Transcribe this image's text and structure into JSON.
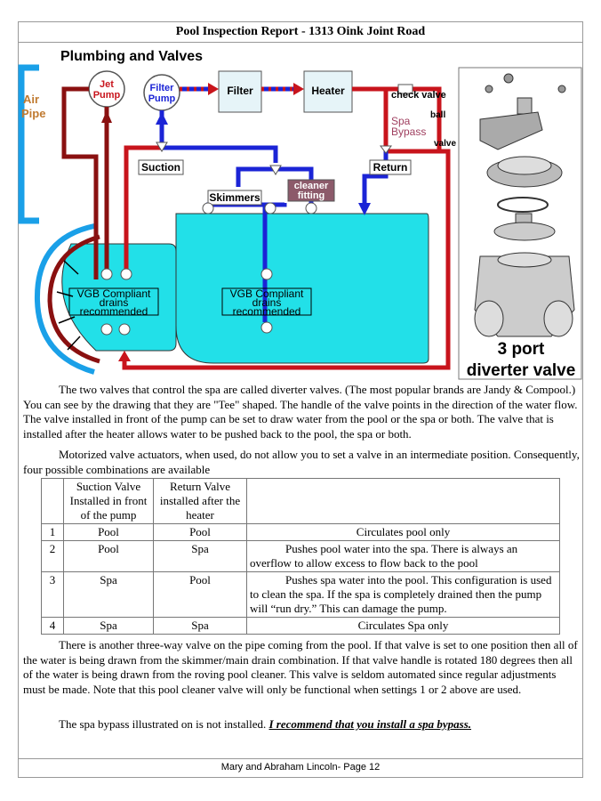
{
  "header": {
    "title": "Pool  Inspection Report - 1313 Oink Joint Road"
  },
  "diagram": {
    "heading": "Plumbing and Valves",
    "air_pipe_1": "Air",
    "air_pipe_2": "Pipe",
    "jet_pump_1": "Jet",
    "jet_pump_2": "Pump",
    "filter_pump_1": "Filter",
    "filter_pump_2": "Pump",
    "filter": "Filter",
    "heater": "Heater",
    "check_valve": "check valve",
    "spa_bypass_1": "Spa",
    "spa_bypass_2": "Bypass",
    "ball_valve_1": "ball",
    "ball_valve_2": "valve",
    "suction": "Suction",
    "return": "Return",
    "skimmers": "Skimmers",
    "cleaner_1": "cleaner",
    "cleaner_2": "fitting",
    "vgb_1": "VGB Compliant",
    "vgb_2": "drains",
    "vgb_3": "recommended",
    "diverter_1": "3 port",
    "diverter_2": "diverter valve"
  },
  "body": {
    "p1": "The two valves that control the spa are called diverter valves. (The most popular brands are Jandy & Compool.) You can see by the drawing that they are \"Tee\" shaped. The handle of the valve points in the direction of the water flow. The valve installed in front of the pump can be set to draw water from the pool or the spa or both. The valve that is installed after the heater allows water to be pushed back to the pool, the spa or both.",
    "p2": "Motorized valve actuators, when used, do not allow you to set a valve in an intermediate position. Consequently, four possible combinations are available",
    "p3": "There is another three-way valve on the pipe coming from the pool. If that valve is set to one position then all of the water is being drawn from the skimmer/main drain combination. If that valve handle is rotated 180 degrees then all of the water is being drawn from the roving pool cleaner. This valve is seldom automated since regular adjustments must be made. Note that this pool cleaner valve will only be functional when settings 1 or 2 above are used.",
    "p4_plain": "The spa bypass illustrated on is not installed.",
    "p4_rec": "I recommend that you install a spa bypass."
  },
  "table": {
    "headers": [
      "",
      "Suction Valve Installed in front of the pump",
      "Return Valve installed after the heater",
      ""
    ],
    "rows": [
      [
        "1",
        "Pool",
        "Pool",
        "Circulates pool only"
      ],
      [
        "2",
        "Pool",
        "Spa",
        "Pushes pool water into the spa. There is always an overflow to allow excess to flow back to the pool"
      ],
      [
        "3",
        "Spa",
        "Pool",
        "Pushes spa water into the pool. This configuration is used to clean the spa. If the spa is completely drained then the pump will “run dry.” This can damage the pump."
      ],
      [
        "4",
        "Spa",
        "Spa",
        "Circulates Spa only"
      ]
    ]
  },
  "footer": {
    "text": "Mary and Abraham Lincoln- Page 12"
  },
  "colors": {
    "supply_pipe": "#1b24d6",
    "return_pipe": "#c8141c",
    "jet_pipe": "#8a1010",
    "air_pipe": "#1aa0e8",
    "water": "#22e0e8",
    "equipment": "#e6f4f8",
    "label_brown": "#c07a30",
    "cleaner_label": "#8c5a6a"
  }
}
